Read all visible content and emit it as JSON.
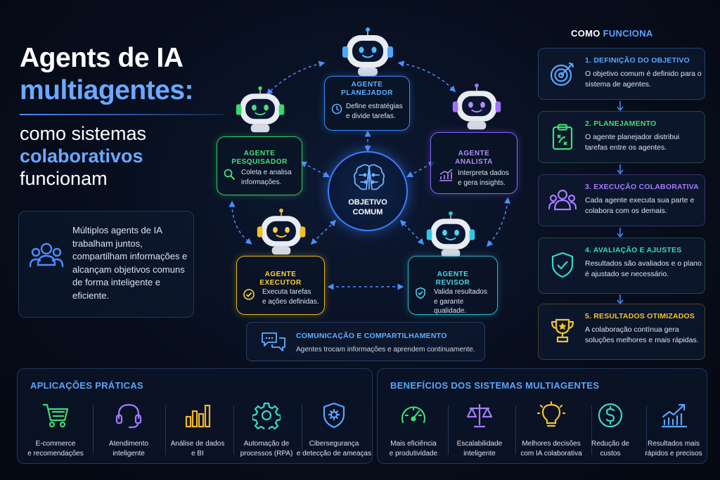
{
  "title": {
    "line1": "Agents de IA",
    "line2": "multiagentes:",
    "line3": "como sistemas",
    "line4": "colaborativos",
    "line5": "funcionam"
  },
  "intro": {
    "text": "Múltiplos agents de IA trabalham juntos, compartilham informações e alcançam objetivos comuns de forma inteligente e eficiente.",
    "icon": "users-icon"
  },
  "hub": {
    "label_line1": "OBJETIVO",
    "label_line2": "COMUM",
    "icon": "brain-icon"
  },
  "agents": {
    "planejador": {
      "title_line1": "AGENTE",
      "title_line2": "PLANEJADOR",
      "desc_line1": "Define estratégias",
      "desc_line2": "e divide tarefas.",
      "color": "#4aa8ff"
    },
    "analista": {
      "title_line1": "AGENTE",
      "title_line2": "ANALISTA",
      "desc_line1": "Interpreta dados",
      "desc_line2": "e gera insights.",
      "color": "#a070ff"
    },
    "pesquisador": {
      "title_line1": "AGENTE",
      "title_line2": "PESQUISADOR",
      "desc_line1": "Coleta e analisa",
      "desc_line2": "informações.",
      "color": "#38d86c"
    },
    "executor": {
      "title_line1": "AGENTE",
      "title_line2": "EXECUTOR",
      "desc_line1": "Executa tarefas",
      "desc_line2": "e ações definidas.",
      "color": "#f0c020"
    },
    "revisor": {
      "title_line1": "AGENTE",
      "title_line2": "REVISOR",
      "desc_line1": "Valida resultados",
      "desc_line2": "e garante qualidade.",
      "color": "#30c8e0"
    }
  },
  "communication": {
    "title": "COMUNICAÇÃO E COMPARTILHAMENTO",
    "desc": "Agentes trocam informações e aprendem continuamente."
  },
  "how": {
    "title_a": "COMO",
    "title_b": "FUNCIONA",
    "steps": [
      {
        "title": "1. DEFINIÇÃO DO OBJETIVO",
        "desc": "O objetivo comum é definido para o sistema de agentes.",
        "color": "#5aa6ff",
        "icon": "target-icon"
      },
      {
        "title": "2. PLANEJAMENTO",
        "desc": "O agente planejador distribui tarefas entre os agentes.",
        "color": "#3fdc74",
        "icon": "clipboard-icon"
      },
      {
        "title": "3. EXECUÇÃO COLABORATIVA",
        "desc": "Cada agente executa sua parte e colabora com os demais.",
        "color": "#a57bff",
        "icon": "team-icon"
      },
      {
        "title": "4. AVALIAÇÃO E AJUSTES",
        "desc": "Resultados são avaliados e o plano é ajustado se necessário.",
        "color": "#3ad7c8",
        "icon": "shield-check-icon"
      },
      {
        "title": "5. RESULTADOS OTIMIZADOS",
        "desc": "A colaboração contínua gera soluções melhores e mais rápidas.",
        "color": "#f2c230",
        "icon": "trophy-icon"
      }
    ]
  },
  "applications": {
    "title": "APLICAÇÕES PRÁTICAS",
    "items": [
      {
        "line1": "E-commerce",
        "line2": "e recomendações",
        "icon": "cart-icon",
        "color": "#3fdc74"
      },
      {
        "line1": "Atendimento",
        "line2": "inteligente",
        "icon": "headset-icon",
        "color": "#a57bff"
      },
      {
        "line1": "Análise de dados",
        "line2": "e BI",
        "icon": "bar-chart-icon",
        "color": "#f2b630"
      },
      {
        "line1": "Automação de",
        "line2": "processos (RPA)",
        "icon": "gear-icon",
        "color": "#3ad7c8"
      },
      {
        "line1": "Cibersegurança",
        "line2": "e detecção de ameaças",
        "icon": "security-shield-icon",
        "color": "#5aa6ff"
      }
    ]
  },
  "benefits": {
    "title": "BENEFÍCIOS DOS SISTEMAS MULTIAGENTES",
    "items": [
      {
        "line1": "Mais eficiência",
        "line2": "e produtividade",
        "icon": "gauge-icon",
        "color": "#3fdc74"
      },
      {
        "line1": "Escalabilidade",
        "line2": "inteligente",
        "icon": "scale-icon",
        "color": "#a57bff"
      },
      {
        "line1": "Melhores decisões",
        "line2": "com IA colaborativa",
        "icon": "lightbulb-icon",
        "color": "#f2c230"
      },
      {
        "line1": "Redução de",
        "line2": "custos",
        "icon": "dollar-icon",
        "color": "#3ad7c8"
      },
      {
        "line1": "Resultados mais",
        "line2": "rápidos e precisos",
        "icon": "growth-chart-icon",
        "color": "#5aa6ff"
      }
    ]
  }
}
